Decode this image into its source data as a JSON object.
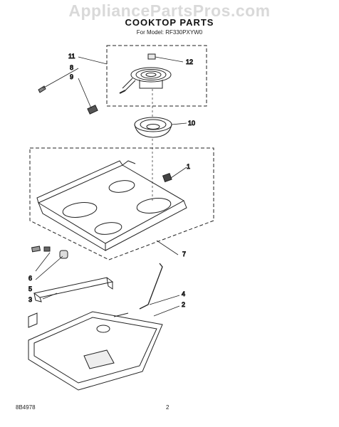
{
  "watermark": "AppliancePartsPros.com",
  "title": "COOKTOP PARTS",
  "subtitle": "For Model: RF330PXYW0",
  "callouts": [
    "1",
    "2",
    "3",
    "4",
    "5",
    "6",
    "7",
    "8",
    "9",
    "10",
    "11",
    "12"
  ],
  "footer": {
    "doc_number": "8B4978",
    "page": "2"
  }
}
